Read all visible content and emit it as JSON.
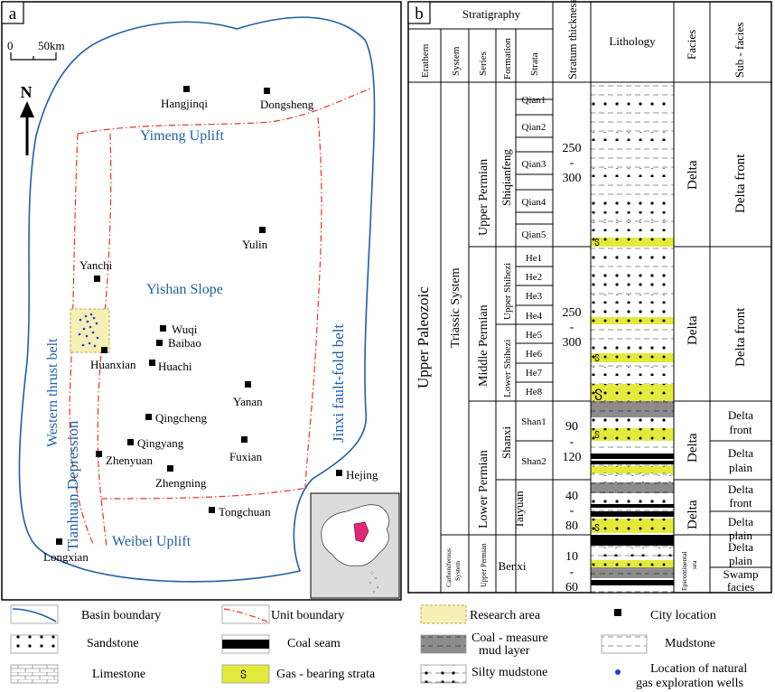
{
  "panel_a": {
    "label": "a",
    "scale": {
      "zero": "0",
      "distance": "50km"
    },
    "north": "N",
    "regions": {
      "yimeng": "Yimeng Uplift",
      "yishan": "Yishan Slope",
      "western": "Western thrust belt",
      "tianhuan": "Tianhuan Depression",
      "jinxi": "Jinxi  fault-fold belt",
      "weibei": "Weibei Uplift"
    },
    "cities": {
      "hangjinqi": "Hangjinqi",
      "dongsheng": "Dongsheng",
      "yulin": "Yulin",
      "yanchi": "Yanchi",
      "wuqi": "Wuqi",
      "baibao": "Baibao",
      "huanxian": "Huanxian",
      "huachi": "Huachi",
      "yanan": "Yanan",
      "qingcheng": "Qingcheng",
      "qingyang": "Qingyang",
      "zhenyuan": "Zhenyuan",
      "fuxian": "Fuxian",
      "zhengning": "Zhengning",
      "hejing": "Hejing",
      "tongchuan": "Tongchuan",
      "longxian": "Longxian"
    }
  },
  "panel_b": {
    "label": "b",
    "header": {
      "stratigraphy": "Stratigraphy",
      "erathem": "Erathem",
      "system": "System",
      "series": "Series",
      "formation": "Formation",
      "strata": "Strata",
      "thickness": "Stratum thickness /m",
      "lithology": "Lithology",
      "facies": "Facies",
      "subfacies": "Sub - facies"
    },
    "erathem": "Upper Paleozoic",
    "system_triassic": "Triassic System",
    "system_carb": "Carboniferous System",
    "series": {
      "upper": "Upper Permian",
      "middle": "Middle Permian",
      "lower": "Lower Permian",
      "small_upper": "Upper Permian"
    },
    "formation": {
      "shiqianfeng": "Shiqianfeng",
      "upper_shihezi": "Upper Shihezi",
      "lower_shihezi": "Lower Shihezi",
      "shanxi": "Shanxi",
      "taiyuan": "Taiyuan",
      "benxi": "Benxi"
    },
    "strata": [
      "Qian1",
      "Qian2",
      "Qian3",
      "Qian4",
      "Qian5",
      "He1",
      "He2",
      "He3",
      "He4",
      "He5",
      "He6",
      "He7",
      "He8",
      "Shan1",
      "Shan2"
    ],
    "thickness": {
      "t1": [
        "250",
        "-",
        "300"
      ],
      "t2": [
        "250",
        "-",
        "300"
      ],
      "t3": [
        "90",
        "-",
        "120"
      ],
      "t4": [
        "40",
        "-",
        "80"
      ],
      "t5": [
        "10",
        "-",
        "60"
      ]
    },
    "facies": {
      "f1": "Delta",
      "f2": "Delta",
      "f3": "Delta",
      "f4": "Delta",
      "f5": "Epicontinental sea"
    },
    "subfacies": {
      "s1": "Delta front",
      "s2": "Delta front",
      "s3a": "Delta",
      "s3b": "front",
      "s4a": "Delta",
      "s4b": "plain",
      "s5a": "Delta",
      "s5b": "front",
      "s6a": "Delta",
      "s6b": "plain",
      "s7a": "Delta",
      "s7b": "plain",
      "s8a": "Swamp",
      "s8b": "facies"
    }
  },
  "legend": {
    "basin": "Basin boundary",
    "unit": "Unit boundary",
    "research": "Research area",
    "city": "City location",
    "sandstone": "Sandstone",
    "coal": "Coal seam",
    "coal_mud_1": "Coal - measure",
    "coal_mud_2": "mud layer",
    "mudstone": "Mudstone",
    "limestone": "Limestone",
    "gas": "Gas - bearing strata",
    "silty": "Silty mudstone",
    "wells_1": "Location of natural",
    "wells_2": "gas exploration wells"
  },
  "colors": {
    "blue_label": "#1f5fa8",
    "basin_line": "#1f5fa8",
    "unit_line": "#e0352b",
    "gas_fill": "#e4ea3c",
    "research_fill": "#f6efb6",
    "coal_mud": "#8c8c8c"
  }
}
